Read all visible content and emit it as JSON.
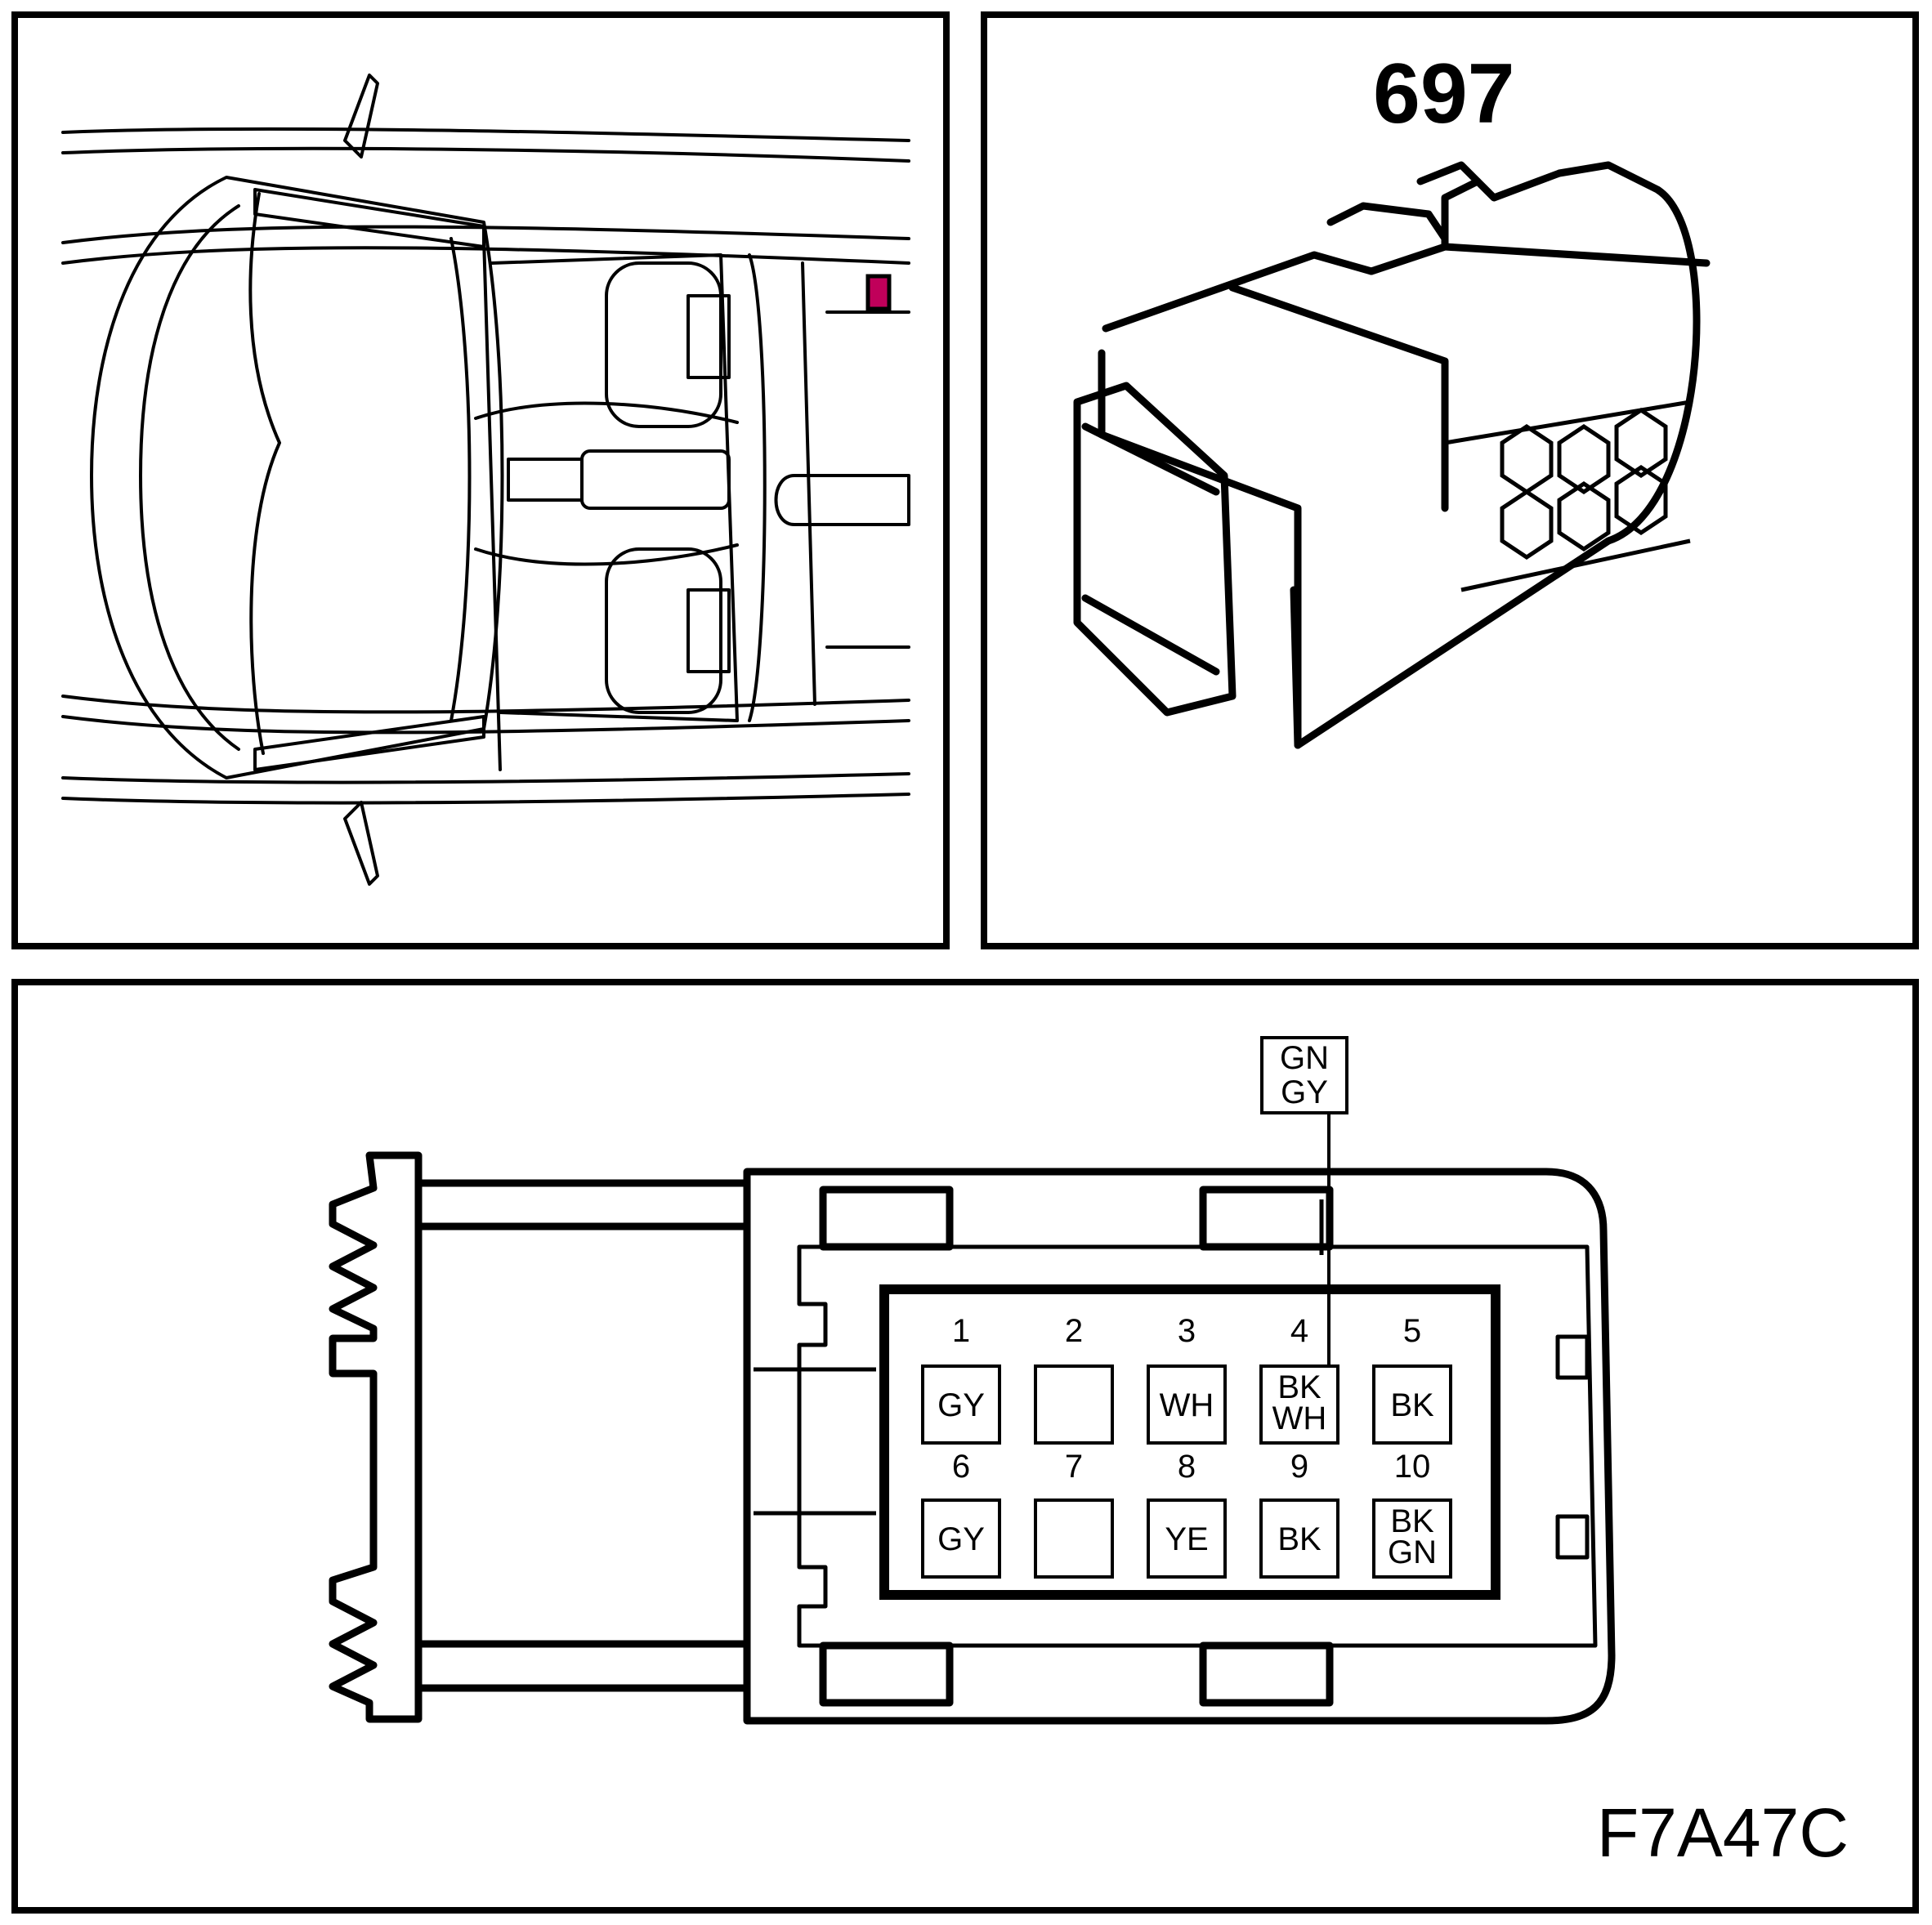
{
  "connector": {
    "number": "697",
    "figure_code": "F7A47C",
    "location_marker_color": "#c0005a",
    "wire_above_pin4": {
      "lines": [
        "GN",
        "GY"
      ]
    },
    "pins": [
      {
        "pin": "1",
        "lines": [
          "GY"
        ]
      },
      {
        "pin": "2",
        "lines": []
      },
      {
        "pin": "3",
        "lines": [
          "WH"
        ]
      },
      {
        "pin": "4",
        "lines": [
          "BK",
          "WH"
        ]
      },
      {
        "pin": "5",
        "lines": [
          "BK"
        ]
      },
      {
        "pin": "6",
        "lines": [
          "GY"
        ]
      },
      {
        "pin": "7",
        "lines": []
      },
      {
        "pin": "8",
        "lines": [
          "YE"
        ]
      },
      {
        "pin": "9",
        "lines": [
          "BK"
        ]
      },
      {
        "pin": "10",
        "lines": [
          "BK",
          "GN"
        ]
      }
    ]
  }
}
